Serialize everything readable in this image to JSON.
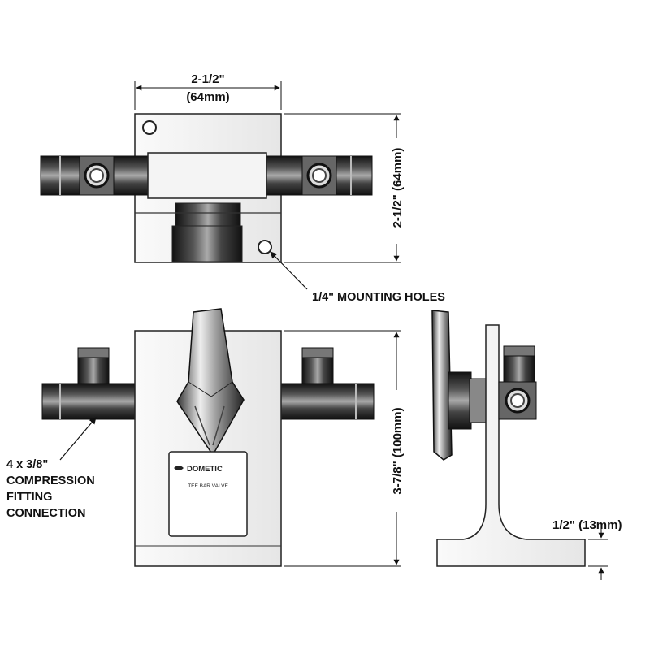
{
  "top_view": {
    "width_label": "2-1/2\"",
    "width_metric": "(64mm)",
    "height_label": "2-1/2\" (64mm)"
  },
  "mounting_holes_label": "1/4\" MOUNTING HOLES",
  "front_view": {
    "height_label": "3-7/8\" (100mm)",
    "badge_brand": "DOMETIC",
    "badge_model": "TEE BAR VALVE"
  },
  "fitting_callout": {
    "line1": "4 x 3/8\"",
    "line2": "COMPRESSION",
    "line3": "FITTING",
    "line4": "CONNECTION"
  },
  "side_view": {
    "flange_label": "1/2\" (13mm)"
  },
  "colors": {
    "fitting_dark": "#2a2a2a",
    "plate": "#f4f4f4",
    "line": "#111111"
  }
}
